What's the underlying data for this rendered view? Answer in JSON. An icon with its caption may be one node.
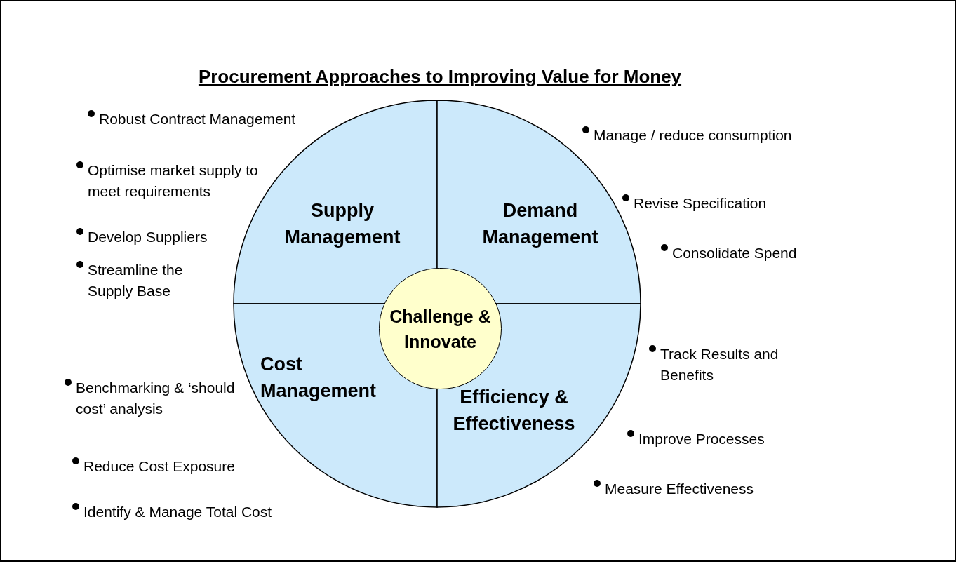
{
  "diagram": {
    "title": "Procurement Approaches to Improving Value for Money",
    "nodes": [
      {
        "text": [
          "Supply Management"
        ]
      },
      {
        "text": [
          "Demand Management"
        ]
      },
      {
        "text": [
          "Cost Management"
        ]
      },
      {
        "text": [
          "Efficiency & Effectiveness"
        ]
      },
      {
        "text": [
          "Challenge & Innovate"
        ]
      }
    ],
    "labels": [
      "Robust Contract Management",
      "Optimise market supply to meet requirements",
      "Develop Suppliers",
      "Streamline the Supply Base",
      "Benchmarking & ‘should cost’ analysis",
      "Reduce Cost Exposure",
      "Identify & Manage Total Cost",
      "Manage / reduce consumption",
      "Revise Specification",
      "Consolidate Spend",
      "Track Results and Benefits",
      "Improve Processes",
      "Measure Effectiveness"
    ]
  }
}
